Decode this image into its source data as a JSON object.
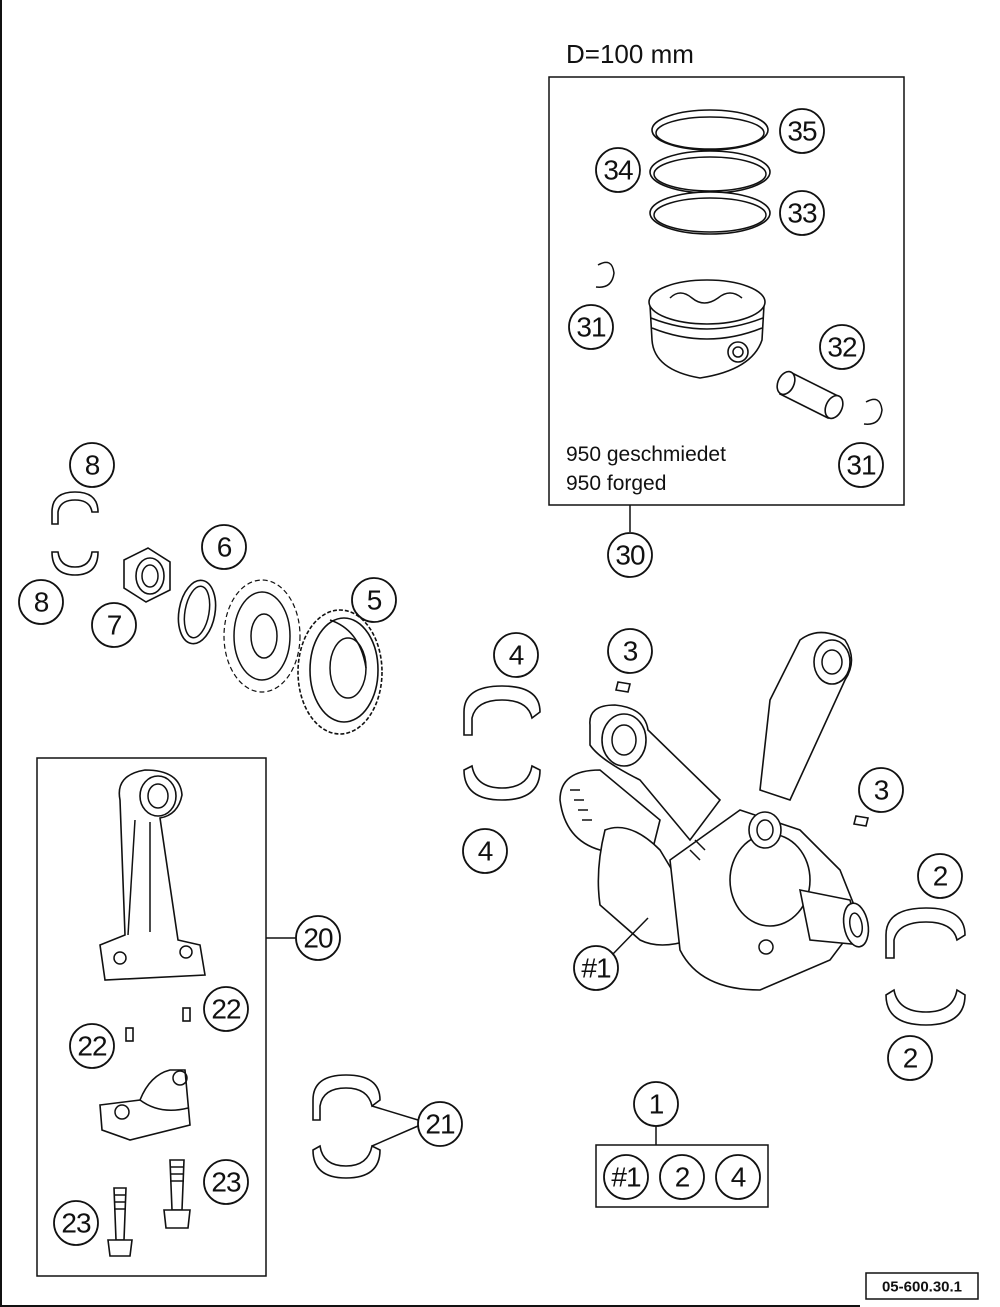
{
  "piston_set": {
    "diameter_label": "D=100 mm",
    "note_line1": "950 geschmiedet",
    "note_line2": "950 forged"
  },
  "callouts": {
    "c1": "1",
    "c2": "2",
    "c3": "3",
    "c4": "4",
    "c5": "5",
    "c6": "6",
    "c7": "7",
    "c8": "8",
    "c20": "20",
    "c21": "21",
    "c22": "22",
    "c23": "23",
    "c30": "30",
    "c31": "31",
    "c32": "32",
    "c33": "33",
    "c34": "34",
    "c35": "35",
    "crank": "#1"
  },
  "kit": {
    "items": [
      "#1",
      "2",
      "4"
    ]
  },
  "figure_code": "05-600.30.1"
}
